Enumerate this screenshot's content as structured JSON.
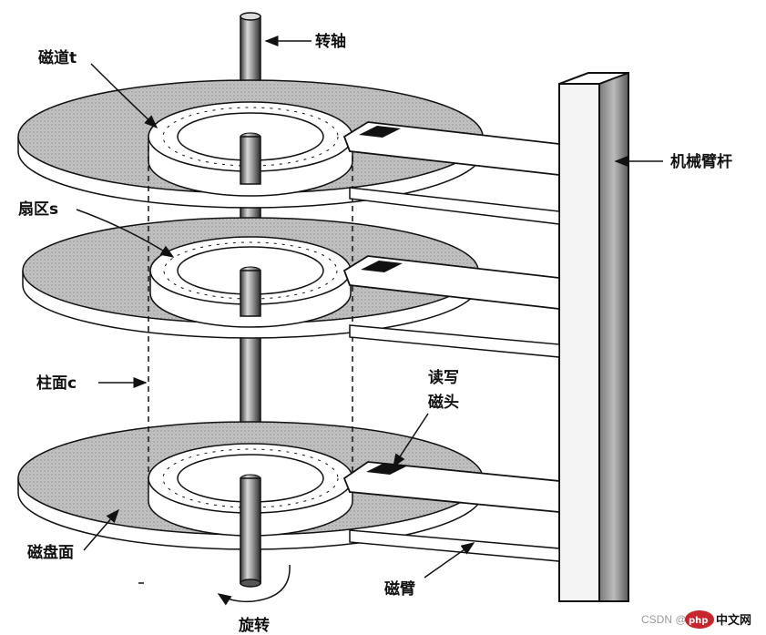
{
  "labels": {
    "spindle": "转轴",
    "track": "磁道t",
    "arm_rod": "机械臂杆",
    "sector": "扇区s",
    "cylinder": "柱面c",
    "rw_head_line1": "读写",
    "rw_head_line2": "磁头",
    "platter_surface": "磁盘面",
    "disk_arm": "磁臂",
    "rotation": "旋转"
  },
  "watermark": {
    "csdn_text": "CSDN @",
    "logo_text": "php中文网"
  },
  "colors": {
    "ink": "#111111",
    "platter_fill": "#bdbdbd",
    "ring_fill": "#f7f7f7",
    "paper": "#ffffff",
    "logo_red": "#c8252c"
  },
  "icons": [
    "rotation-arrow-icon",
    "php-logo-icon"
  ]
}
